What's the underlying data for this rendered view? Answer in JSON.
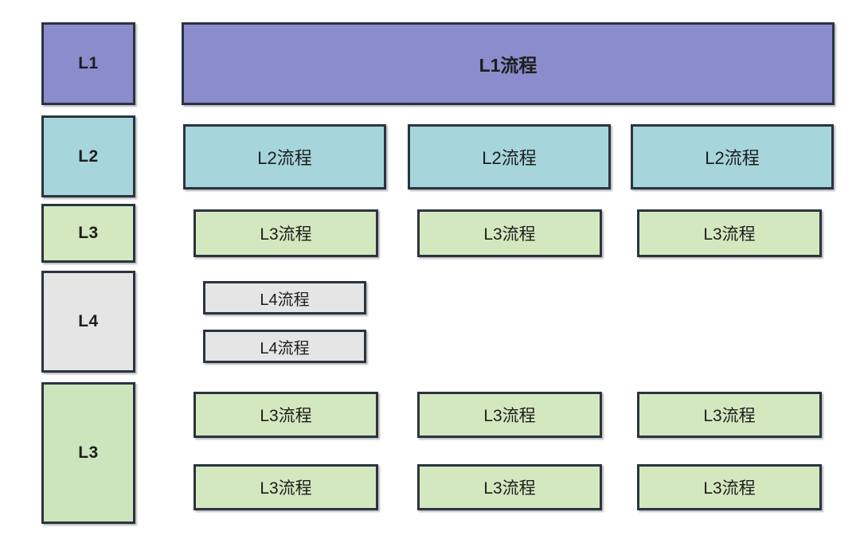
{
  "colors": {
    "l1_fill": "#8a8ccb",
    "l2_fill": "#a6d5dc",
    "l3_fill": "#d4e8c0",
    "l3_fill_alt": "#cde5bd",
    "l4_fill": "#e5e5e5",
    "border": "#2b3440",
    "text": "#1d1d1d",
    "background": "#ffffff"
  },
  "labels": {
    "l1": "L1",
    "l2": "L2",
    "l3_upper": "L3",
    "l4": "L4",
    "l3_lower": "L3"
  },
  "rows": {
    "l1": {
      "level": "L1",
      "bar": "L1流程"
    },
    "l2": {
      "level": "L2",
      "boxes": [
        "L2流程",
        "L2流程",
        "L2流程"
      ]
    },
    "l3_upper": {
      "level": "L3",
      "boxes": [
        "L3流程",
        "L3流程",
        "L3流程"
      ]
    },
    "l4": {
      "level": "L4",
      "boxes": [
        "L4流程",
        "L4流程"
      ]
    },
    "l3_lower": {
      "level": "L3",
      "grid": [
        [
          "L3流程",
          "L3流程",
          "L3流程"
        ],
        [
          "L3流程",
          "L3流程",
          "L3流程"
        ]
      ]
    }
  }
}
